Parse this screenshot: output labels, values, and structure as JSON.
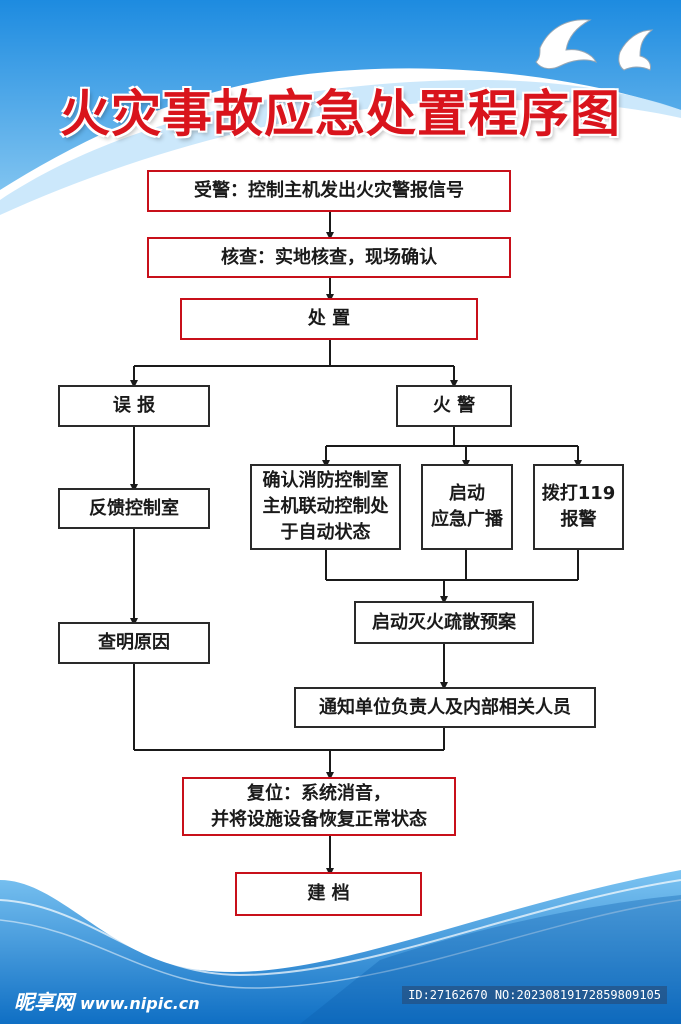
{
  "title": "火灾事故应急处置程序图",
  "steps": {
    "receive": "受警：控制主机发出火灾警报信号",
    "verify": "核查：实地核查，现场确认",
    "dispose": "处 置",
    "false_alarm": "误 报",
    "fire_alarm": "火 警",
    "feedback": "反馈控制室",
    "find_cause": "查明原因",
    "confirm_control_lines": [
      "确认消防控制室",
      "主机联动控制处",
      "于自动状态"
    ],
    "start_broadcast_lines": [
      "启动",
      "应急广播"
    ],
    "call_119_lines": [
      "拨打119",
      "报警"
    ],
    "evacuation": "启动灭火疏散预案",
    "notify": "通知单位负责人及内部相关人员",
    "reset_lines": [
      "复位：系统消音，",
      "并将设施设备恢复正常状态"
    ],
    "archive": "建 档"
  },
  "watermark": {
    "site": "昵享网",
    "url": "www.nipic.cn",
    "id": "ID:27162670 NO:20230819172859809105"
  },
  "colors": {
    "title": "#d9141c",
    "red_border": "#c8101a",
    "black_border": "#2a2a2a",
    "blue": "#1a7fd0"
  }
}
